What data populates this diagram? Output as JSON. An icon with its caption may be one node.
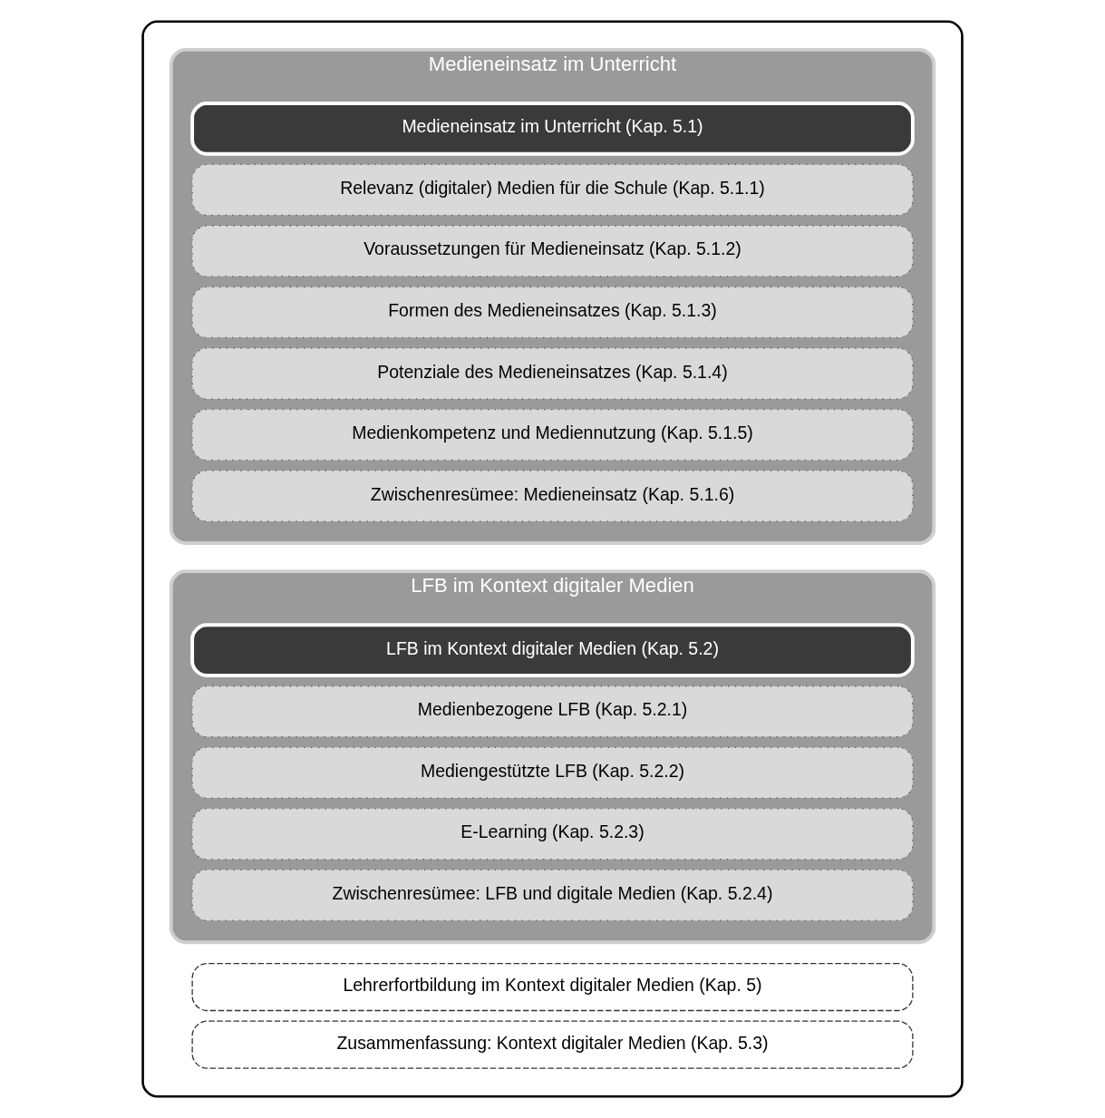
{
  "diagram": {
    "nodes": [
      {
        "text": [],
        "shape": "box"
      },
      {
        "text": [
          "Lehrerfortbildung im Kontext digitaler Medien (Kap. 5)"
        ],
        "in": 0
      },
      {
        "text": [
          "Medieneinsatz im Unterricht"
        ],
        "in": 0
      },
      {
        "text": [
          "Medieneinsatz im Unterricht (Kap. 5.1)"
        ],
        "in": 2
      },
      {
        "text": [
          "Relevanz (digitaler) Medien für die Schule (Kap. 5.1.1)"
        ],
        "in": 2
      },
      {
        "text": [
          "Voraussetzungen für Medieneinsatz (Kap. 5.1.2)"
        ],
        "in": 2
      },
      {
        "text": [
          "Formen des Medieneinsatzes (Kap. 5.1.3)"
        ],
        "in": 2
      },
      {
        "text": [
          "Potenziale des Medieneinsatzes (Kap. 5.1.4)"
        ],
        "in": 2
      },
      {
        "text": [
          "Medienkompetenz und Mediennutzung (Kap. 5.1.5)"
        ],
        "in": 2
      },
      {
        "text": [
          "Zwischenresümee: Medieneinsatz (Kap. 5.1.6)"
        ],
        "in": 2
      },
      {
        "text": [
          "LFB im Kontext digitaler Medien"
        ],
        "in": 0
      },
      {
        "text": [
          "LFB im Kontext digitaler Medien (Kap. 5.2)"
        ],
        "in": 10
      },
      {
        "text": [
          "Medienbezogene LFB (Kap. 5.2.1)"
        ],
        "in": 10
      },
      {
        "text": [
          "Mediengestützte LFB (Kap. 5.2.2)"
        ],
        "in": 10
      },
      {
        "text": [
          "E-Learning (Kap. 5.2.3)"
        ],
        "in": 10
      },
      {
        "text": [
          "Zwischenresümee: LFB und digitale Medien (Kap. 5.2.4)"
        ],
        "in": 10
      },
      {
        "text": [
          "Zusammenfassung: Kontext digitaler Medien (Kap. 5.3)"
        ],
        "in": 0
      }
    ]
  }
}
